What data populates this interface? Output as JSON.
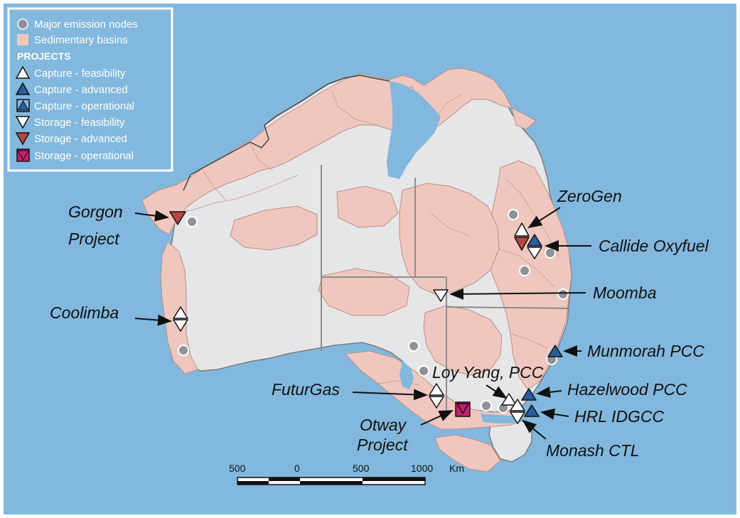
{
  "colors": {
    "ocean": "#82b8de",
    "land": "#e6e6e8",
    "basin": "#efc7bf",
    "node": "#8f9196",
    "capture_advanced": "#2a5d9d",
    "storage_advanced": "#b8483d",
    "storage_operational": "#c4216e"
  },
  "legend": {
    "items": [
      {
        "label": "Major emission nodes",
        "icon": "gray-circle-icon"
      },
      {
        "label": "Sedimentary basins",
        "icon": "pink-square-icon"
      }
    ],
    "heading": "PROJECTS",
    "projects": [
      {
        "label": "Capture - feasibility",
        "icon": "white-triangle-up-icon"
      },
      {
        "label": "Capture - advanced",
        "icon": "blue-triangle-up-icon"
      },
      {
        "label": "Capture - operational",
        "icon": "blue-triangle-square-icon"
      },
      {
        "label": "Storage - feasibility",
        "icon": "white-triangle-down-icon"
      },
      {
        "label": "Storage - advanced",
        "icon": "red-triangle-down-icon"
      },
      {
        "label": "Storage - operational",
        "icon": "magenta-square-triangle-icon"
      }
    ]
  },
  "labels": {
    "gorgon": [
      "Gorgon",
      "Project"
    ],
    "coolimba": "Coolimba",
    "zerogen": "ZeroGen",
    "callide": "Callide Oxyfuel",
    "moomba": "Moomba",
    "munmorah": "Munmorah PCC",
    "loy_yang": "Loy Yang, PCC",
    "futurgas": "FuturGas",
    "hazelwood": "Hazelwood PCC",
    "hrl": "HRL IDGCC",
    "otway": [
      "Otway",
      "Project"
    ],
    "monash": "Monash CTL"
  },
  "scale": {
    "ticks": [
      "500",
      "0",
      "500",
      "1000"
    ],
    "unit": "Km"
  }
}
